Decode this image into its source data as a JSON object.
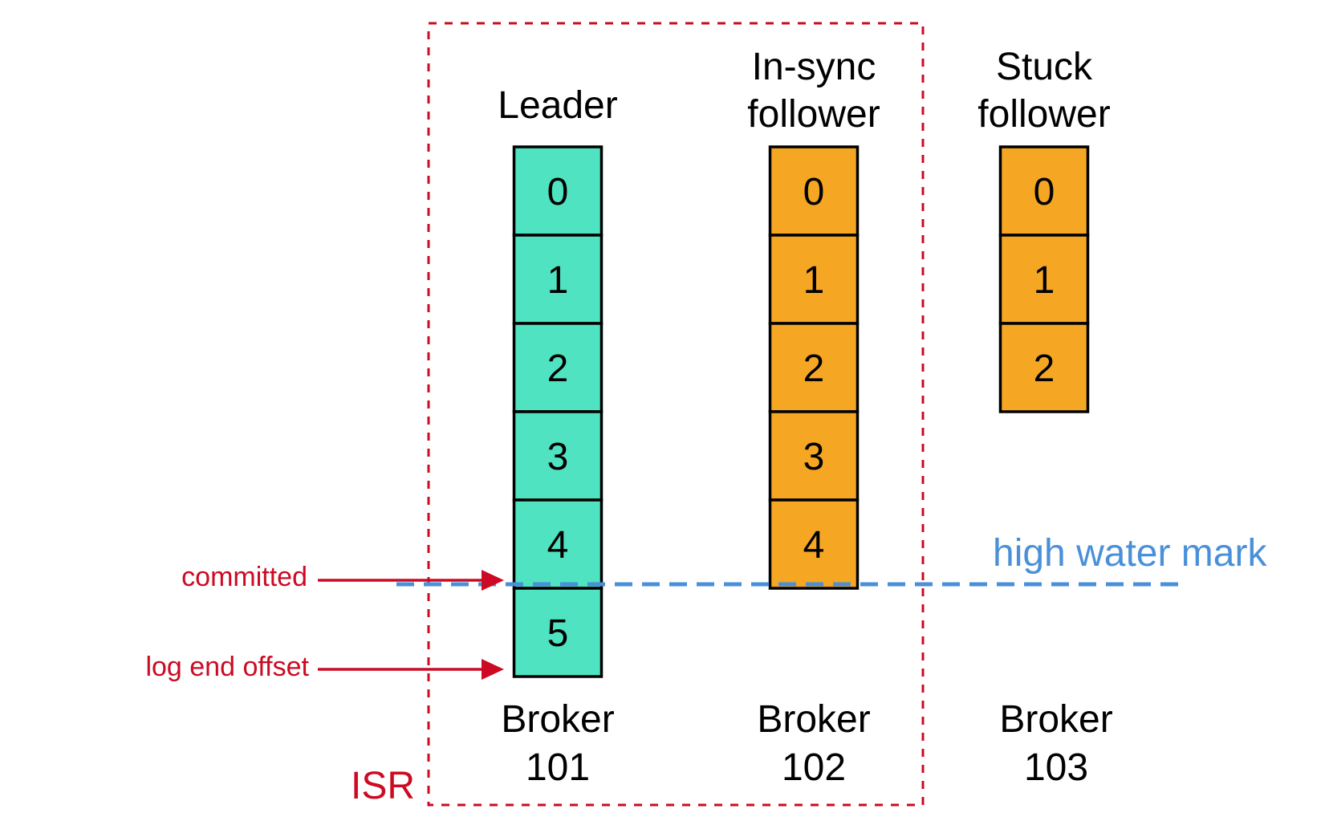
{
  "isr": {
    "label": "ISR",
    "color": "#cc0a23"
  },
  "brokers": [
    {
      "role_lines": [
        "Leader"
      ],
      "offsets": [
        "0",
        "1",
        "2",
        "3",
        "4",
        "5"
      ],
      "fill": "#4fe3c1",
      "name_lines": [
        "Broker",
        "101"
      ]
    },
    {
      "role_lines": [
        "In-sync",
        "follower"
      ],
      "offsets": [
        "0",
        "1",
        "2",
        "3",
        "4"
      ],
      "fill": "#f5a623",
      "name_lines": [
        "Broker",
        "102"
      ]
    },
    {
      "role_lines": [
        "Stuck",
        "follower"
      ],
      "offsets": [
        "0",
        "1",
        "2"
      ],
      "fill": "#f5a623",
      "name_lines": [
        "Broker",
        "103"
      ]
    }
  ],
  "high_water_mark": {
    "label": "high water mark",
    "color": "#4a90d9",
    "after_offset": "4"
  },
  "pointers": {
    "committed": {
      "label": "committed",
      "points_to_offset_boundary_after": "4"
    },
    "log_end_offset": {
      "label": "log end offset",
      "points_to_offset_boundary_after": "5"
    },
    "color": "#cc0a23"
  }
}
